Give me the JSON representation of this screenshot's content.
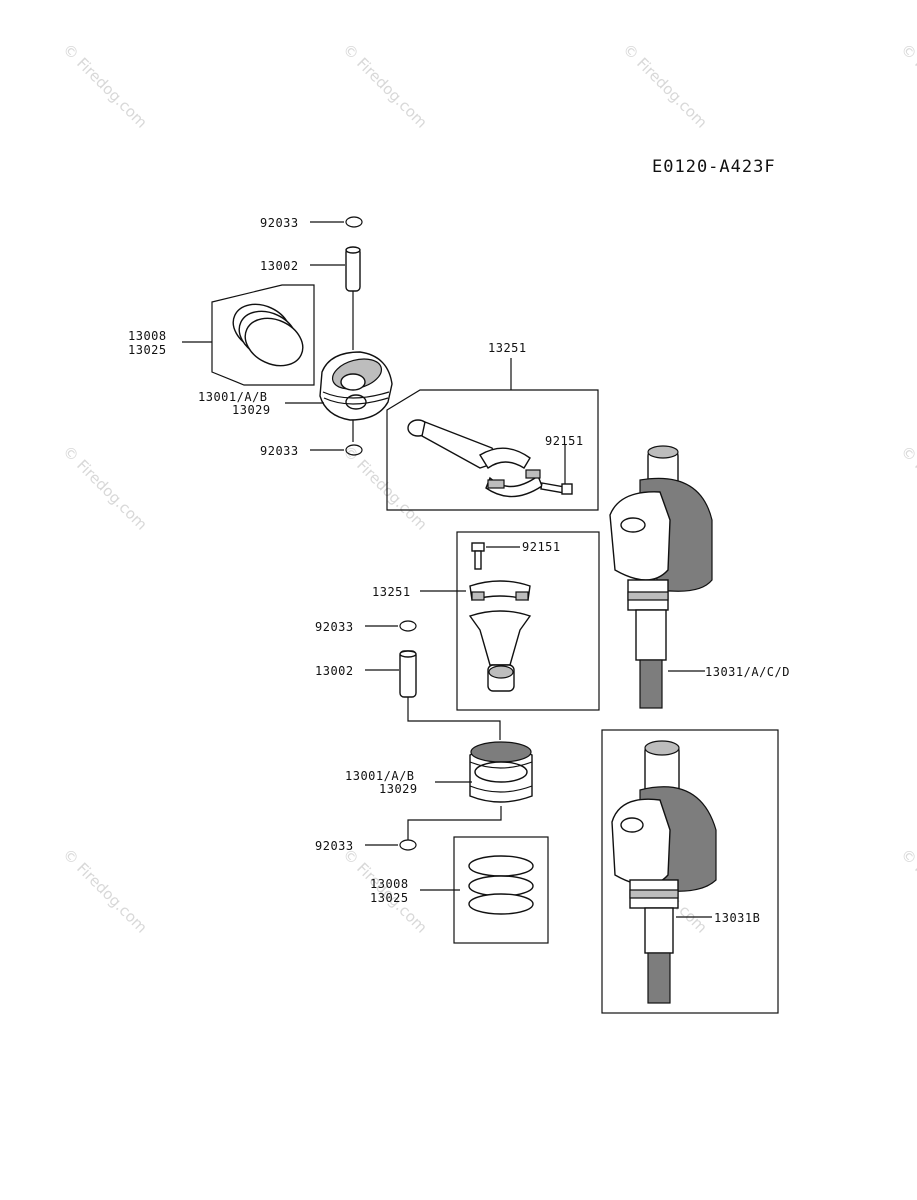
{
  "diagram_code": "E0120-A423F",
  "watermark": "© Firedog.com",
  "labels": {
    "circlip_top": "92033",
    "pin_top": "13002",
    "rings_top_a": "13008",
    "rings_top_b": "13025",
    "piston_top_a": "13001/A/B",
    "piston_top_b": "13029",
    "circlip_top_lower": "92033",
    "rod_top": "13251",
    "bolt_top": "92151",
    "bolt_mid": "92151",
    "rod_mid": "13251",
    "circlip_mid": "92033",
    "pin_mid": "13002",
    "piston_mid_a": "13001/A/B",
    "piston_mid_b": "13029",
    "circlip_mid_lower": "92033",
    "rings_mid_a": "13008",
    "rings_mid_b": "13025",
    "crank_a": "13031/A/C/D",
    "crank_b": "13031B"
  }
}
